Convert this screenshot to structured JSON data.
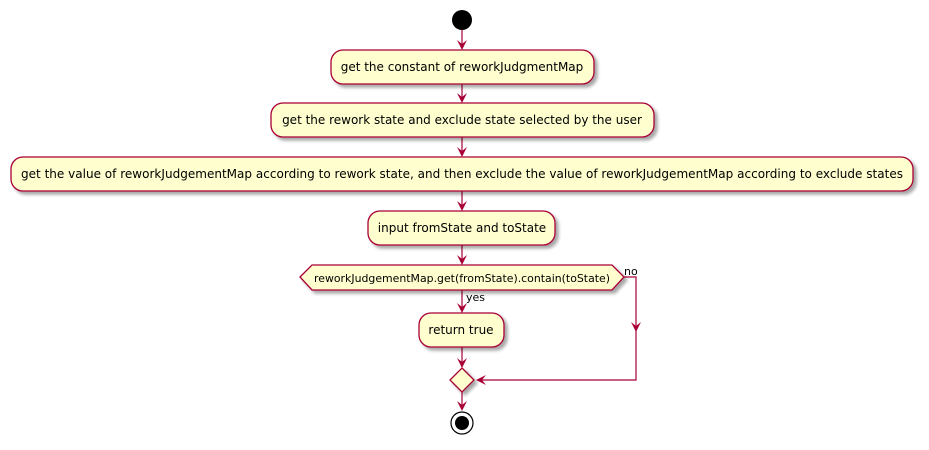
{
  "colors": {
    "activity_fill": "#FEFECE",
    "border": "#A80036",
    "arrow": "#A80036",
    "start_end": "#000000",
    "background": "#FFFFFF"
  },
  "activities": [
    {
      "label": "get the constant of reworkJudgmentMap"
    },
    {
      "label": "get the rework state and exclude state selected by the user"
    },
    {
      "label": "get the value of reworkJudgementMap according to rework state, and then exclude the value of reworkJudgementMap according to exclude states"
    },
    {
      "label": "input fromState and toState"
    }
  ],
  "decision": {
    "condition": "reworkJudgementMap.get(fromState).contain(toState)",
    "yes_label": "yes",
    "no_label": "no",
    "yes_branch": {
      "label": "return true"
    }
  }
}
